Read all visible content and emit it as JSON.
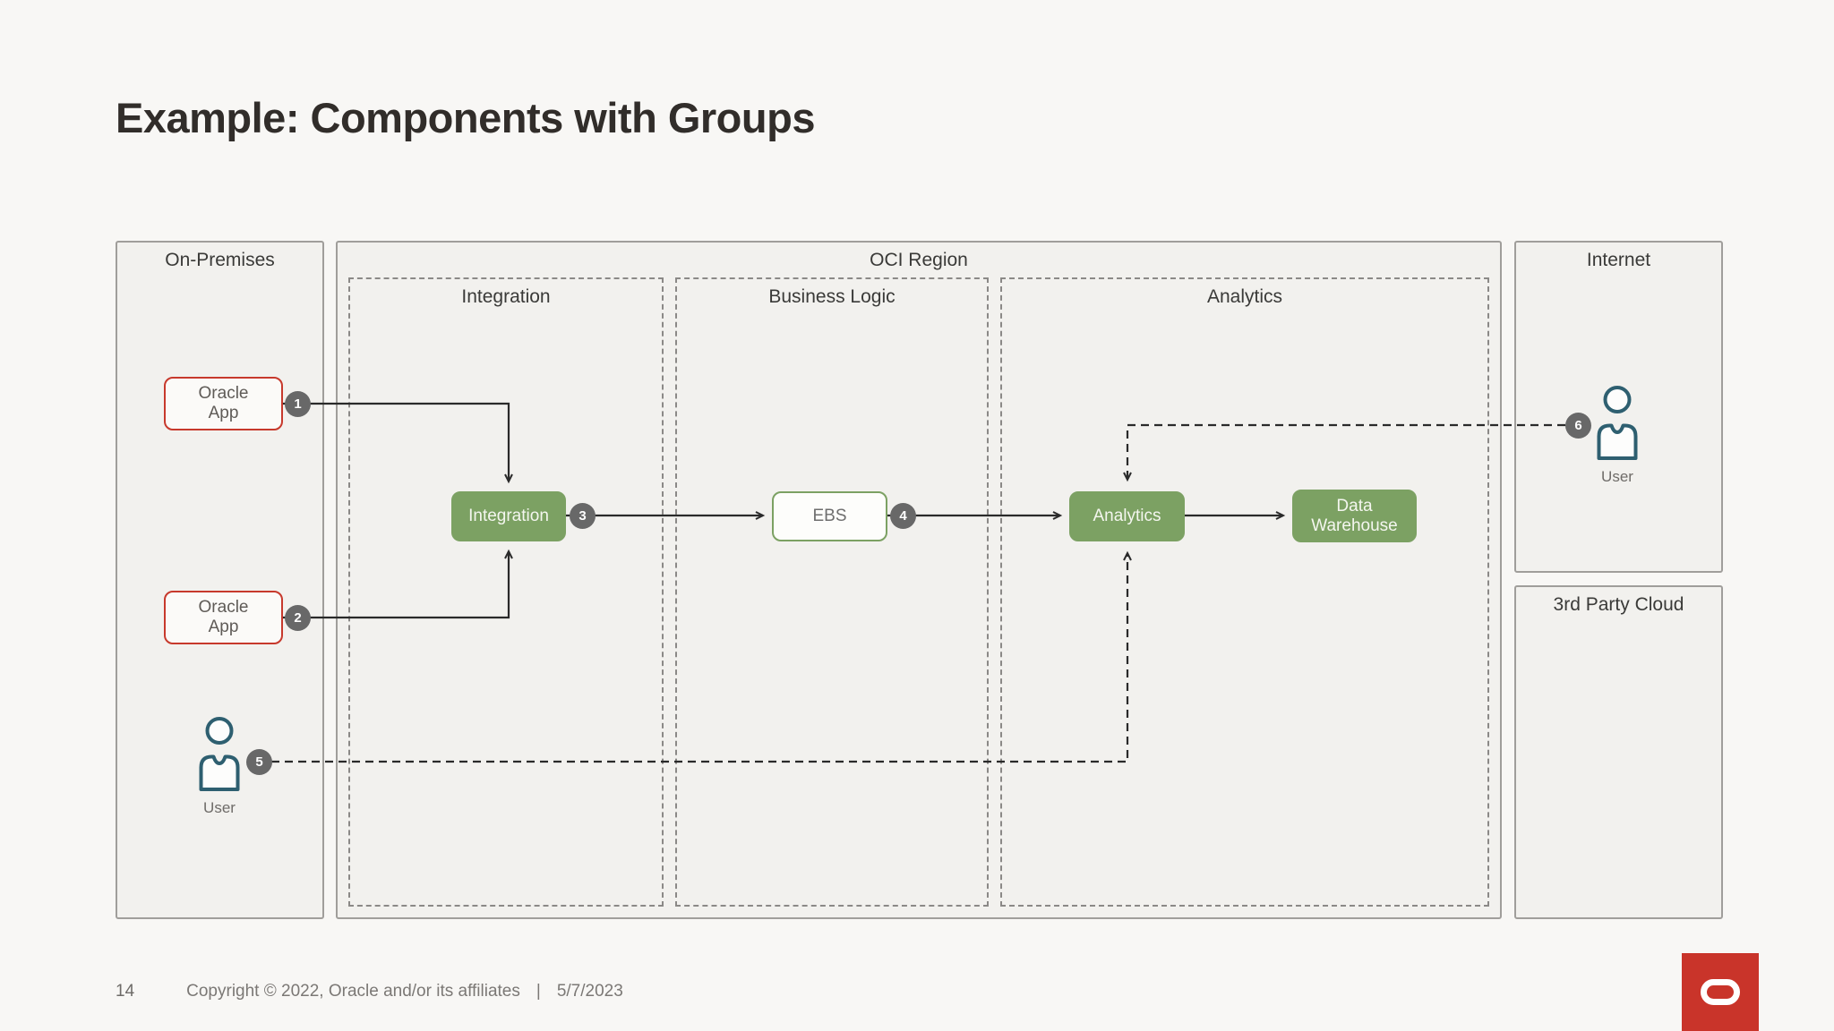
{
  "slide": {
    "title": "Example: Components with Groups"
  },
  "groups": {
    "on_premises": {
      "label": "On-Premises"
    },
    "oci_region": {
      "label": "OCI Region"
    },
    "integration": {
      "label": "Integration"
    },
    "business_logic": {
      "label": "Business Logic"
    },
    "analytics": {
      "label": "Analytics"
    },
    "internet": {
      "label": "Internet"
    },
    "third_party_cloud": {
      "label": "3rd Party Cloud"
    }
  },
  "nodes": {
    "oracle_app_1": {
      "label": "Oracle App"
    },
    "oracle_app_2": {
      "label": "Oracle App"
    },
    "integration": {
      "label": "Integration"
    },
    "ebs": {
      "label": "EBS"
    },
    "analytics": {
      "label": "Analytics"
    },
    "data_warehouse": {
      "label": "Data Warehouse"
    },
    "user_on_premises": {
      "label": "User"
    },
    "user_internet": {
      "label": "User"
    }
  },
  "connections": [
    {
      "badge": "1",
      "from": "oracle_app_1",
      "to": "integration",
      "style": "solid"
    },
    {
      "badge": "2",
      "from": "oracle_app_2",
      "to": "integration",
      "style": "solid"
    },
    {
      "badge": "3",
      "from": "integration",
      "to": "ebs",
      "style": "solid"
    },
    {
      "badge": "4",
      "from": "ebs",
      "to": "analytics",
      "style": "solid"
    },
    {
      "badge": "5",
      "from": "user_on_premises",
      "to": "analytics",
      "style": "dashed"
    },
    {
      "badge": "6",
      "from": "user_internet",
      "to": "analytics",
      "style": "dashed"
    },
    {
      "badge": "",
      "from": "analytics",
      "to": "data_warehouse",
      "style": "solid"
    }
  ],
  "footer": {
    "page_number": "14",
    "copyright": "Copyright © 2022, Oracle and/or its affiliates",
    "separator": "|",
    "date": "5/7/2023"
  },
  "colors": {
    "node_green": "#7CA163",
    "node_red_border": "#C7392C",
    "badge_gray": "#686868",
    "user_icon_teal": "#2E5F70",
    "logo_red": "#C9342A",
    "arrow_dark": "#2A2A2A",
    "group_fill": "#F2F1EE",
    "page_background": "#F8F7F5"
  }
}
